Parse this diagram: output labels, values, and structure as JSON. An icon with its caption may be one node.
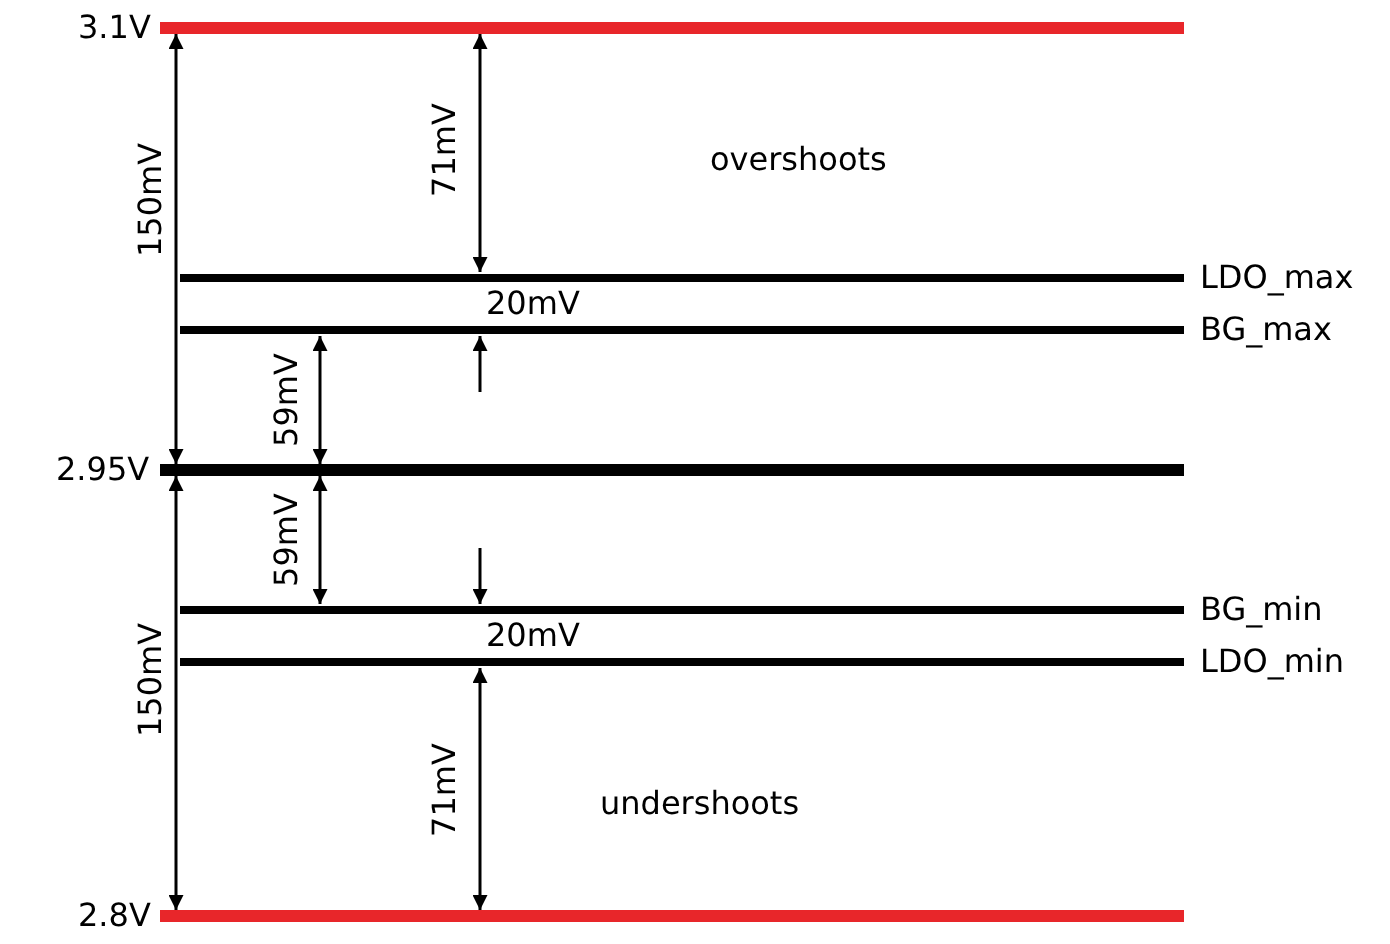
{
  "diagram": {
    "labels": [
      "3.1V",
      "71mV",
      "overshoots",
      "150mV",
      "LDO_max",
      "20mV",
      "BG_max",
      "59mV",
      "2.95V",
      "59mV",
      "BG_min",
      "20mV",
      "LDO_min",
      "150mV",
      "71mV",
      "undershoots",
      "2.8V"
    ]
  }
}
